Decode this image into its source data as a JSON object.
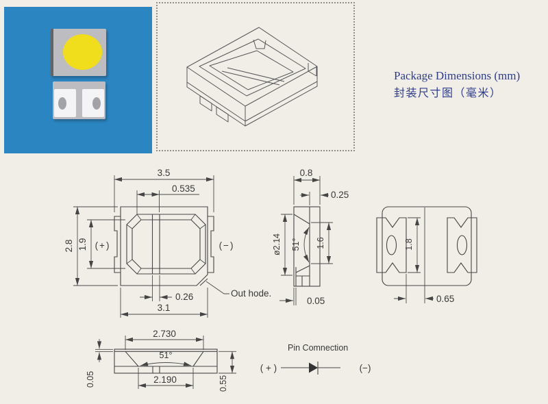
{
  "header": {
    "title_en": "Package Dimensions (mm)",
    "title_zh": "封装尺寸图（毫米）",
    "color": "#2e3c90"
  },
  "photo": {
    "background": "#2b85c0",
    "chip_body": "#bdbdc1",
    "phosphor_yellow": "#f0dd1c",
    "pad_white": "#f4f4f6",
    "oval_gray": "#a2a2a9"
  },
  "top_view": {
    "width_total": "3.5",
    "lead_offset": "0.535",
    "height_total": "2.8",
    "inner_height": "1.9",
    "anode": "(+)",
    "cathode": "(−)",
    "gap": "0.26",
    "body_width": "3.1",
    "callout": "Out hode."
  },
  "side_view": {
    "top_width": "0.8",
    "ledge": "0.25",
    "cavity_diameter": "ø2.14",
    "reflector_angle": "51°",
    "inner_height": "1.6",
    "lip": "0.05"
  },
  "bottom_view": {
    "pad_height": "1.8",
    "pad_inset": "0.65"
  },
  "front_view": {
    "top_opening": "2.730",
    "reflector_angle": "51°",
    "lip": "0.05",
    "bottom_opening": "2.190",
    "thickness": "0.55"
  },
  "pin_connection": {
    "title": "Pin Comnection",
    "anode": "( + )",
    "cathode": "(−)"
  }
}
